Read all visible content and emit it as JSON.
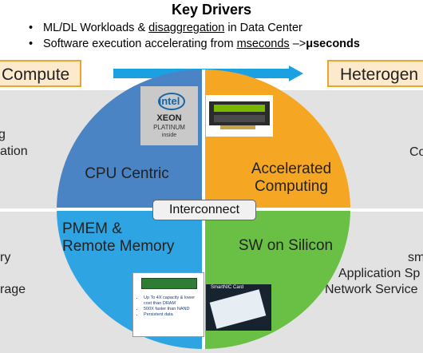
{
  "title": "Key Drivers",
  "bullets": [
    {
      "pre": "ML/DL Workloads & ",
      "u": "disaggregation",
      "post": " in Data  Center"
    },
    {
      "pre": "Software execution accelerating from ",
      "u": "mseconds",
      "post": " –>",
      "tail": "μseconds"
    }
  ],
  "left_tag": "Compute",
  "right_tag": "Heterogen",
  "left_texts": [
    "g",
    "ation",
    "ry",
    "rage"
  ],
  "right_texts": [
    "Co",
    "sm",
    "Application Sp",
    "Network Service"
  ],
  "quadrants": {
    "tl": {
      "label": "CPU Centric",
      "color": "#4a84c4"
    },
    "tr": {
      "label": "Accelerated\nComputing",
      "color": "#f5a623"
    },
    "bl": {
      "label": "PMEM &\nRemote Memory",
      "color": "#2fa4e3"
    },
    "br": {
      "label": "SW on Silicon",
      "color": "#6abf45"
    }
  },
  "center_label": "Interconnect",
  "intel_badge": {
    "brand": "intel",
    "line1": "XEON",
    "line2": "PLATINUM",
    "line3": "inside"
  },
  "pmem_bullets": [
    "Up To 4X capacity & lower cost than DRAM",
    "500X faster than NAND",
    "Persistent data"
  ],
  "nic_label": "SmartNIC Card",
  "arrow_color": "#1ba1e2"
}
